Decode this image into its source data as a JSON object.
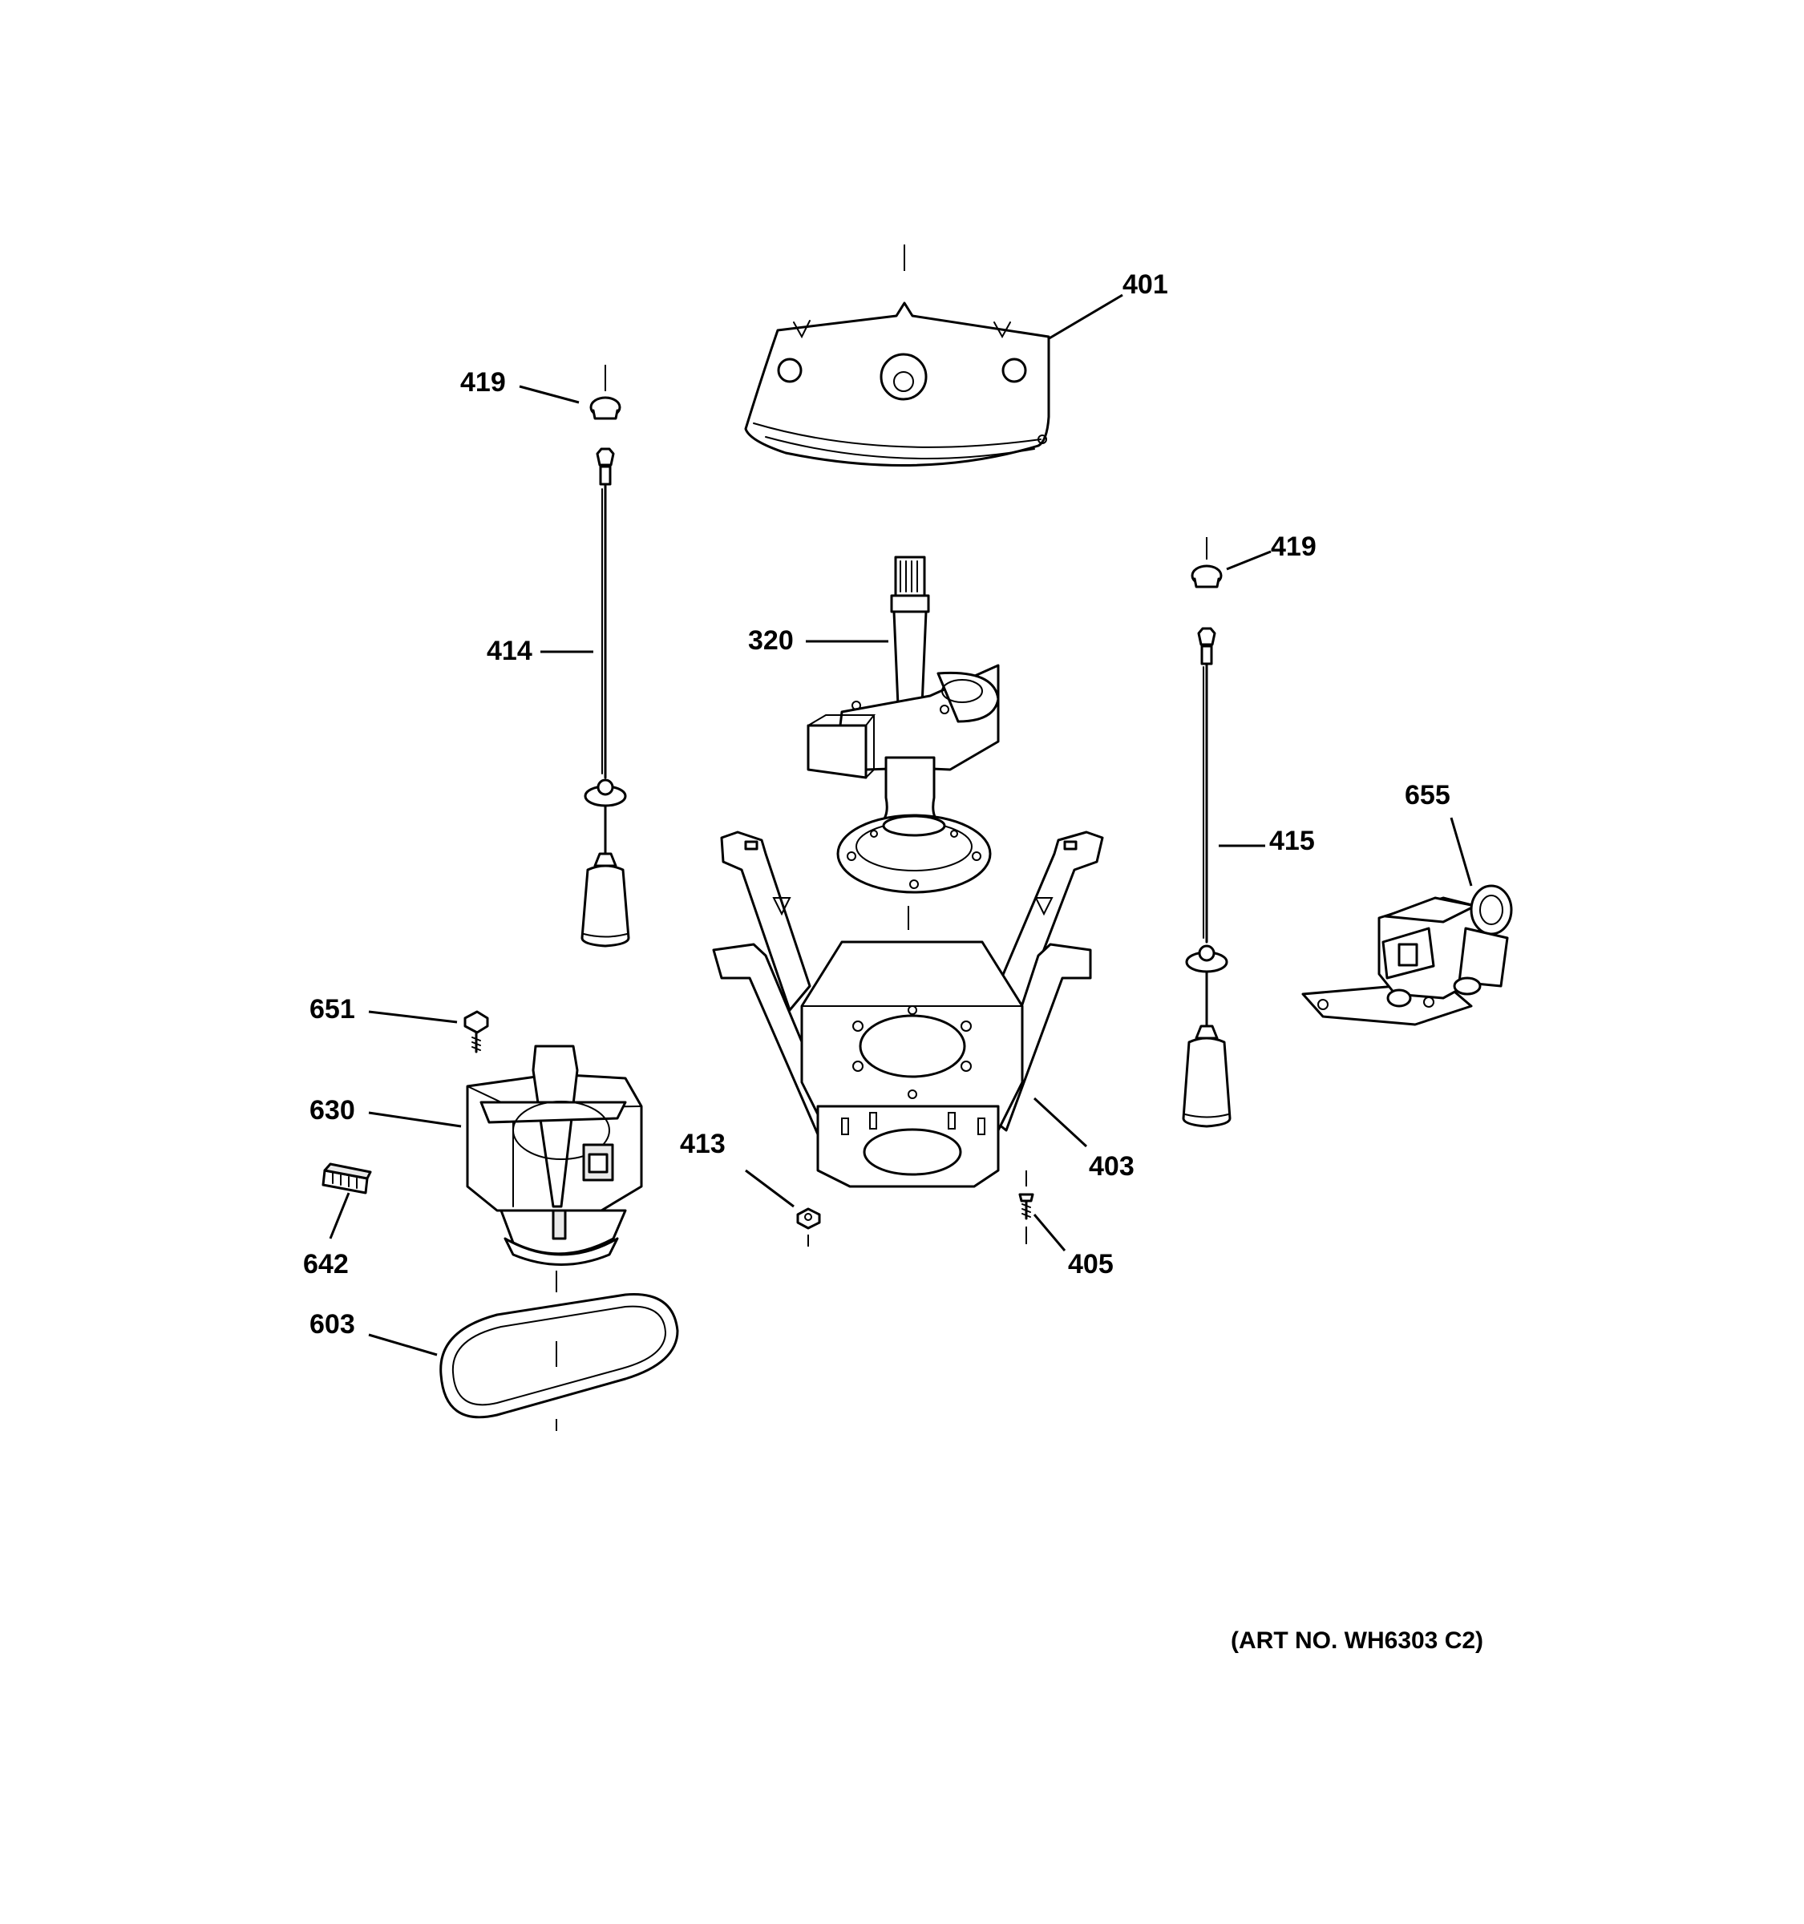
{
  "callouts": {
    "p401": "401",
    "p419_left": "419",
    "p419_right": "419",
    "p414": "414",
    "p320": "320",
    "p415": "415",
    "p655": "655",
    "p651": "651",
    "p630": "630",
    "p642": "642",
    "p603": "603",
    "p413": "413",
    "p403": "403",
    "p405": "405"
  },
  "art_number": "(ART NO. WH6303 C2)",
  "colors": {
    "line": "#000000",
    "background": "#ffffff"
  }
}
